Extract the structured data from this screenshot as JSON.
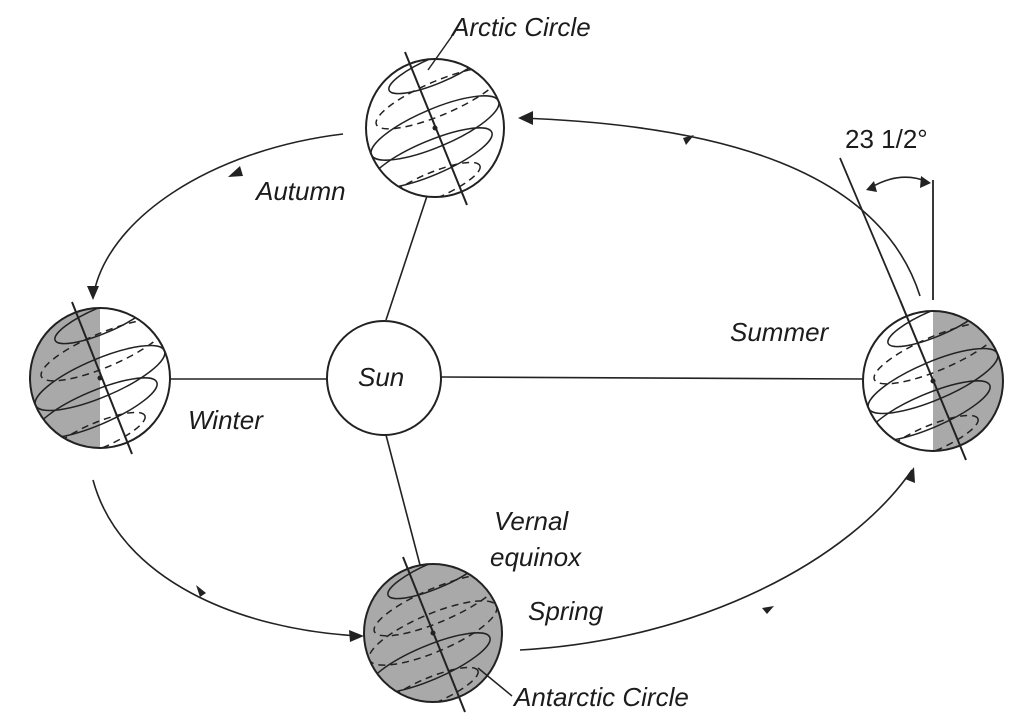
{
  "labels": {
    "arctic_circle": "Arctic Circle",
    "autumn": "Autumn",
    "winter": "Winter",
    "summer": "Summer",
    "sun": "Sun",
    "vernal": "Vernal",
    "equinox": "equinox",
    "spring": "Spring",
    "antarctic_circle": "Antarctic Circle",
    "tilt_angle": "23 1/2°"
  },
  "colors": {
    "ink": "#222222",
    "shade": "#a9a9a9",
    "background": "#ffffff"
  }
}
